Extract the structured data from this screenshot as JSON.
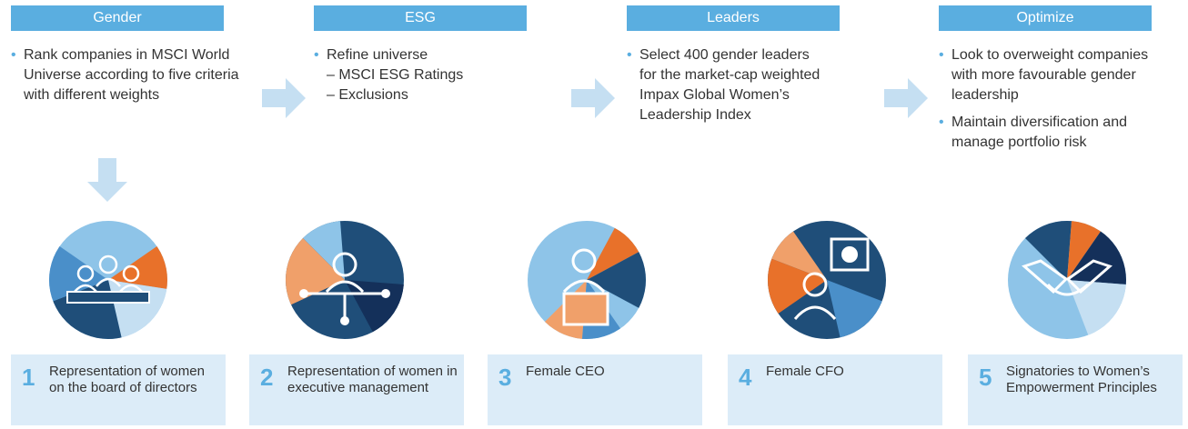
{
  "steps": [
    {
      "title": "Gender",
      "bullets": [
        {
          "text": "Rank companies in MSCI World Universe according to five criteria with different weights",
          "subs": []
        }
      ]
    },
    {
      "title": "ESG",
      "bullets": [
        {
          "text": "Refine universe",
          "subs": [
            "– MSCI ESG Ratings",
            "– Exclusions"
          ]
        }
      ]
    },
    {
      "title": "Leaders",
      "bullets": [
        {
          "text": "Select 400 gender leaders for the market-cap weighted Impax Global Women’s Leadership Index",
          "subs": []
        }
      ]
    },
    {
      "title": "Optimize",
      "bullets": [
        {
          "text": "Look to overweight companies with more favourable gender leadership",
          "subs": []
        },
        {
          "text": "Maintain diversification and manage portfolio risk",
          "subs": []
        }
      ]
    }
  ],
  "criteria": [
    {
      "number": "1",
      "label": "Representation of women on the board of directors",
      "icon": "boardroom-meeting-icon"
    },
    {
      "number": "2",
      "label": "Representation of women in executive management",
      "icon": "executive-network-icon"
    },
    {
      "number": "3",
      "label": "Female CEO",
      "icon": "female-ceo-icon"
    },
    {
      "number": "4",
      "label": "Female CFO",
      "icon": "female-cfo-presentation-icon"
    },
    {
      "number": "5",
      "label": "Signatories to Women’s Empowerment Principles",
      "icon": "handshake-icon"
    }
  ],
  "colors": {
    "header": "#5aaee0",
    "card": "#dcecf8",
    "arrow": "#c5dff2",
    "navy": "#1f4e79",
    "dark_navy": "#14305a",
    "blue": "#4a8fc9",
    "light_blue": "#8ec4e8",
    "orange": "#e8712a",
    "peach": "#f0a06a"
  }
}
